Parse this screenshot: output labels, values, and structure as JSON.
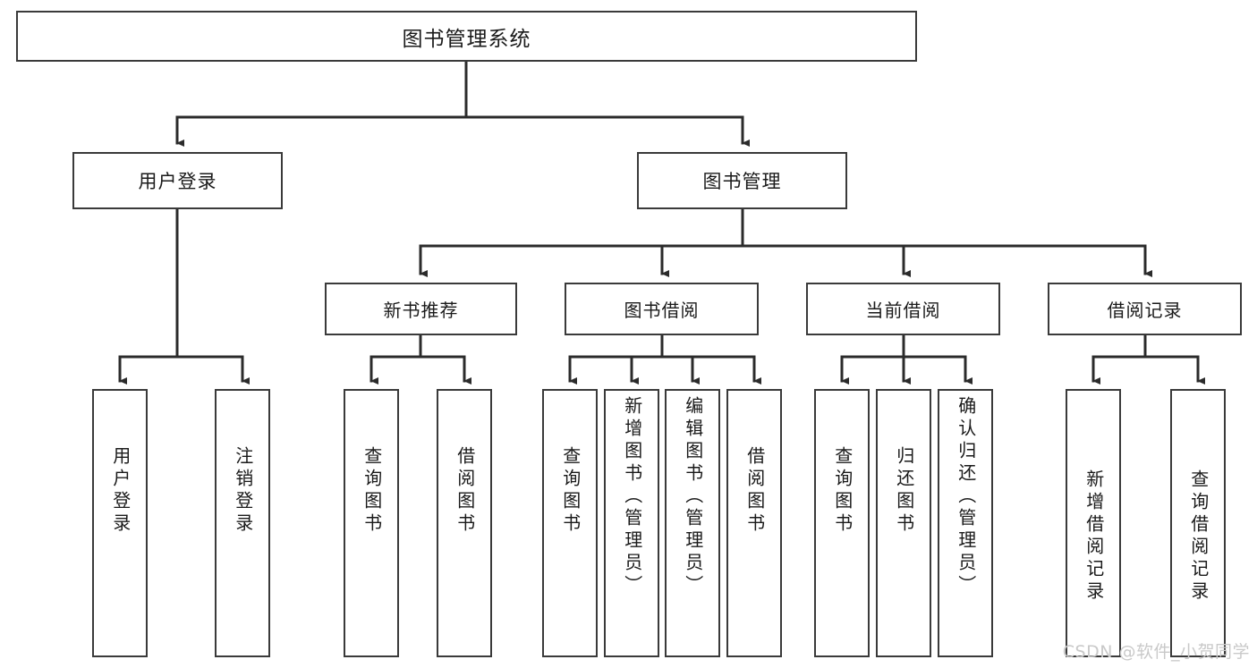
{
  "diagram": {
    "title": "图书管理系统",
    "type": "tree-hierarchy",
    "watermark": "CSDN @软件_小贺同学",
    "colors": {
      "box_border": "#3a3a3a",
      "box_fill": "#ffffff",
      "connector": "#2b2b2b",
      "text": "#1a1a1a",
      "watermark": "#c9c9c9"
    },
    "root": {
      "label": "图书管理系统"
    },
    "level2": [
      {
        "id": "user-login",
        "label": "用户登录"
      },
      {
        "id": "book-manage",
        "label": "图书管理"
      }
    ],
    "level3": [
      {
        "id": "new-book-rec",
        "label": "新书推荐"
      },
      {
        "id": "book-borrow",
        "label": "图书借阅"
      },
      {
        "id": "current-borrow",
        "label": "当前借阅"
      },
      {
        "id": "borrow-record",
        "label": "借阅记录"
      }
    ],
    "leaves": {
      "user-login": [
        {
          "id": "leaf-user-login",
          "label": "用户登录"
        },
        {
          "id": "leaf-logout",
          "label": "注销登录"
        }
      ],
      "new-book-rec": [
        {
          "id": "leaf-query-book-1",
          "label": "查询图书"
        },
        {
          "id": "leaf-borrow-book-1",
          "label": "借阅图书"
        }
      ],
      "book-borrow": [
        {
          "id": "leaf-query-book-2",
          "label": "查询图书"
        },
        {
          "id": "leaf-add-book",
          "label": "新增图书（管理员）"
        },
        {
          "id": "leaf-edit-book",
          "label": "编辑图书（管理员）"
        },
        {
          "id": "leaf-borrow-book-2",
          "label": "借阅图书"
        }
      ],
      "current-borrow": [
        {
          "id": "leaf-query-book-3",
          "label": "查询图书"
        },
        {
          "id": "leaf-return-book",
          "label": "归还图书"
        },
        {
          "id": "leaf-confirm-return",
          "label": "确认归还（管理员）"
        }
      ],
      "borrow-record": [
        {
          "id": "leaf-add-record",
          "label": "新增借阅记录"
        },
        {
          "id": "leaf-query-record",
          "label": "查询借阅记录"
        }
      ]
    }
  }
}
